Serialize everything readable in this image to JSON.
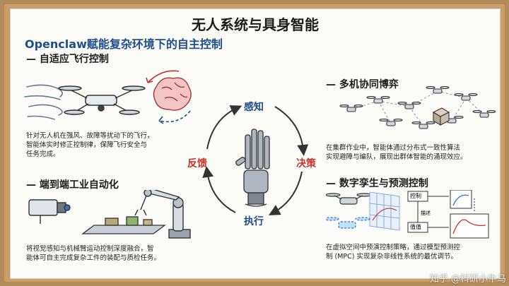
{
  "title": "无人系统与具身智能",
  "subtitle": "Openclaw赋能复杂环境下的自主控制",
  "sections": {
    "adaptive_flight": {
      "heading": "— 自适应飞行控制",
      "text_lines": [
        "针对无人机在强风、故障等扰动下的飞行，",
        "智能体实时修正控制律，保障飞行安全与",
        "任务完成。"
      ]
    },
    "industrial": {
      "heading": "— 端到端工业自动化",
      "text_lines": [
        "将视觉感知与机械臂运动控制深度融合，智",
        "能体可自主完成复杂工件的装配与质检任务。"
      ]
    },
    "multi_agent": {
      "heading": "— 多机协同博弈",
      "text_lines": [
        "在集群作业中，智能体通过分布式一致性算法",
        "实现避障与编队，展现出群体智能的涌现效应。"
      ]
    },
    "digital_twin": {
      "heading": "— 数字孪生与预测控制",
      "text_lines": [
        "在虚拟空间中预演控制策略，通过模型预测控",
        "制 (MPC) 实现复杂非线性系统的最优调节。"
      ],
      "diagram_labels": {
        "control": "控制",
        "sensing": "描述",
        "value": "值值"
      }
    }
  },
  "cycle": {
    "perceive": "感知",
    "decide": "决策",
    "execute": "执行",
    "feedback": "反馈"
  },
  "colors": {
    "title_blue": "#1f4e8c",
    "cycle_blue": "#1f4e8c",
    "cycle_red": "#c8322b"
  },
  "watermark": "知乎 @科研小牛马"
}
